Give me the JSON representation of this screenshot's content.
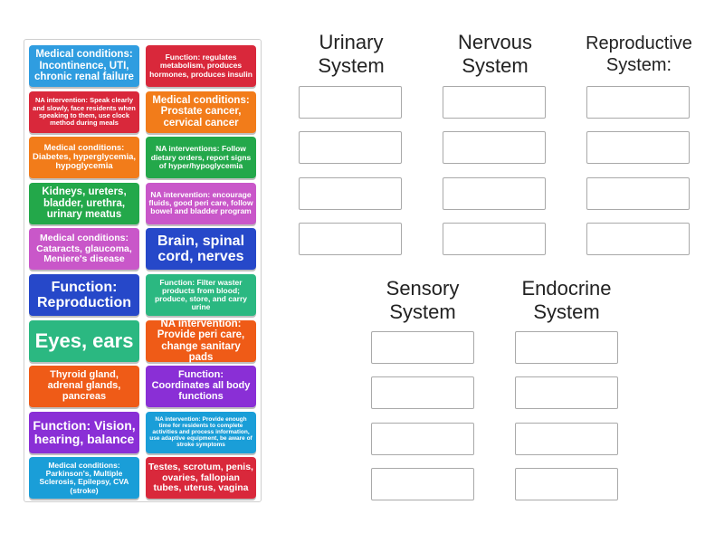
{
  "categories": [
    {
      "title": "Urinary\nSystem"
    },
    {
      "title": "Nervous\nSystem"
    },
    {
      "title": "Reproductive\nSystem:"
    },
    {
      "title": "Sensory\nSystem"
    },
    {
      "title": "Endocrine\nSystem"
    }
  ],
  "tiles": [
    {
      "text": "Medical conditions: Incontinence, UTI, chronic renal failure",
      "color": "#2f9de0"
    },
    {
      "text": "Function: regulates metabolism, produces hormones, produces insulin",
      "color": "#d9283b"
    },
    {
      "text": "NA intervention: Speak clearly and slowly, face residents when speaking to them, use clock method during meals",
      "color": "#d9283b"
    },
    {
      "text": "Medical conditions: Prostate cancer, cervical cancer",
      "color": "#f27c1a"
    },
    {
      "text": "Medical conditions: Diabetes, hyperglycemia, hypoglycemia",
      "color": "#f27c1a"
    },
    {
      "text": "NA interventions: Follow dietary orders, report signs of hyper/hypoglycemia",
      "color": "#23a84a"
    },
    {
      "text": "Kidneys, ureters, bladder, urethra, urinary meatus",
      "color": "#23a84a"
    },
    {
      "text": "NA intervention: encourage fluids, good peri care, follow bowel and bladder program",
      "color": "#c957c9"
    },
    {
      "text": "Medical conditions: Cataracts, glaucoma, Meniere's disease",
      "color": "#c957c9"
    },
    {
      "text": "Brain, spinal cord, nerves",
      "color": "#2648c9"
    },
    {
      "text": "Function: Reproduction",
      "color": "#2648c9"
    },
    {
      "text": "Function: Filter waster products from blood; produce, store, and carry urine",
      "color": "#2bb881"
    },
    {
      "text": "Eyes, ears",
      "color": "#2bb881"
    },
    {
      "text": "NA intervention: Provide peri care, change sanitary pads",
      "color": "#ef5b17"
    },
    {
      "text": "Thyroid gland, adrenal glands, pancreas",
      "color": "#ef5b17"
    },
    {
      "text": "Function: Coordinates all body functions",
      "color": "#8a2fd6"
    },
    {
      "text": "Function: Vision, hearing, balance",
      "color": "#8a2fd6"
    },
    {
      "text": "NA intervention: Provide enough time for residents to complete activities and process information, use adaptive equipment, be aware of stroke symptoms",
      "color": "#1a9ed8"
    },
    {
      "text": "Medical conditions: Parkinson's, Multiple Sclerosis, Epilepsy, CVA (stroke)",
      "color": "#1a9ed8"
    },
    {
      "text": "Testes, scrotum, penis, ovaries, fallopian tubes, uterus, vagina",
      "color": "#d9283b"
    }
  ]
}
